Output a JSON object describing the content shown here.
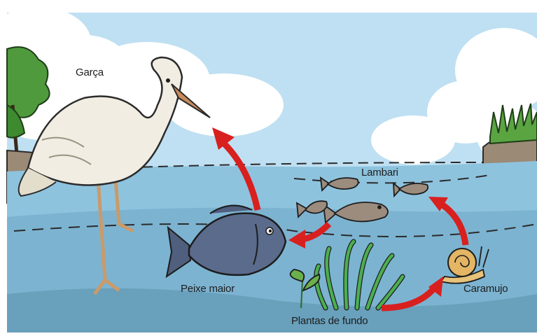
{
  "labels": {
    "heron": "Garça",
    "lambari": "Lambari",
    "big_fish": "Peixe maior",
    "snail": "Caramujo",
    "plants": "Plantas de fundo"
  },
  "colors": {
    "sky": "#bfe0f2",
    "water": "#8ec3de",
    "arrow": "#d8201f",
    "heron": "#f1ede2"
  },
  "food_chain": [
    "Plantas de fundo",
    "Caramujo",
    "Lambari",
    "Peixe maior",
    "Garça"
  ]
}
